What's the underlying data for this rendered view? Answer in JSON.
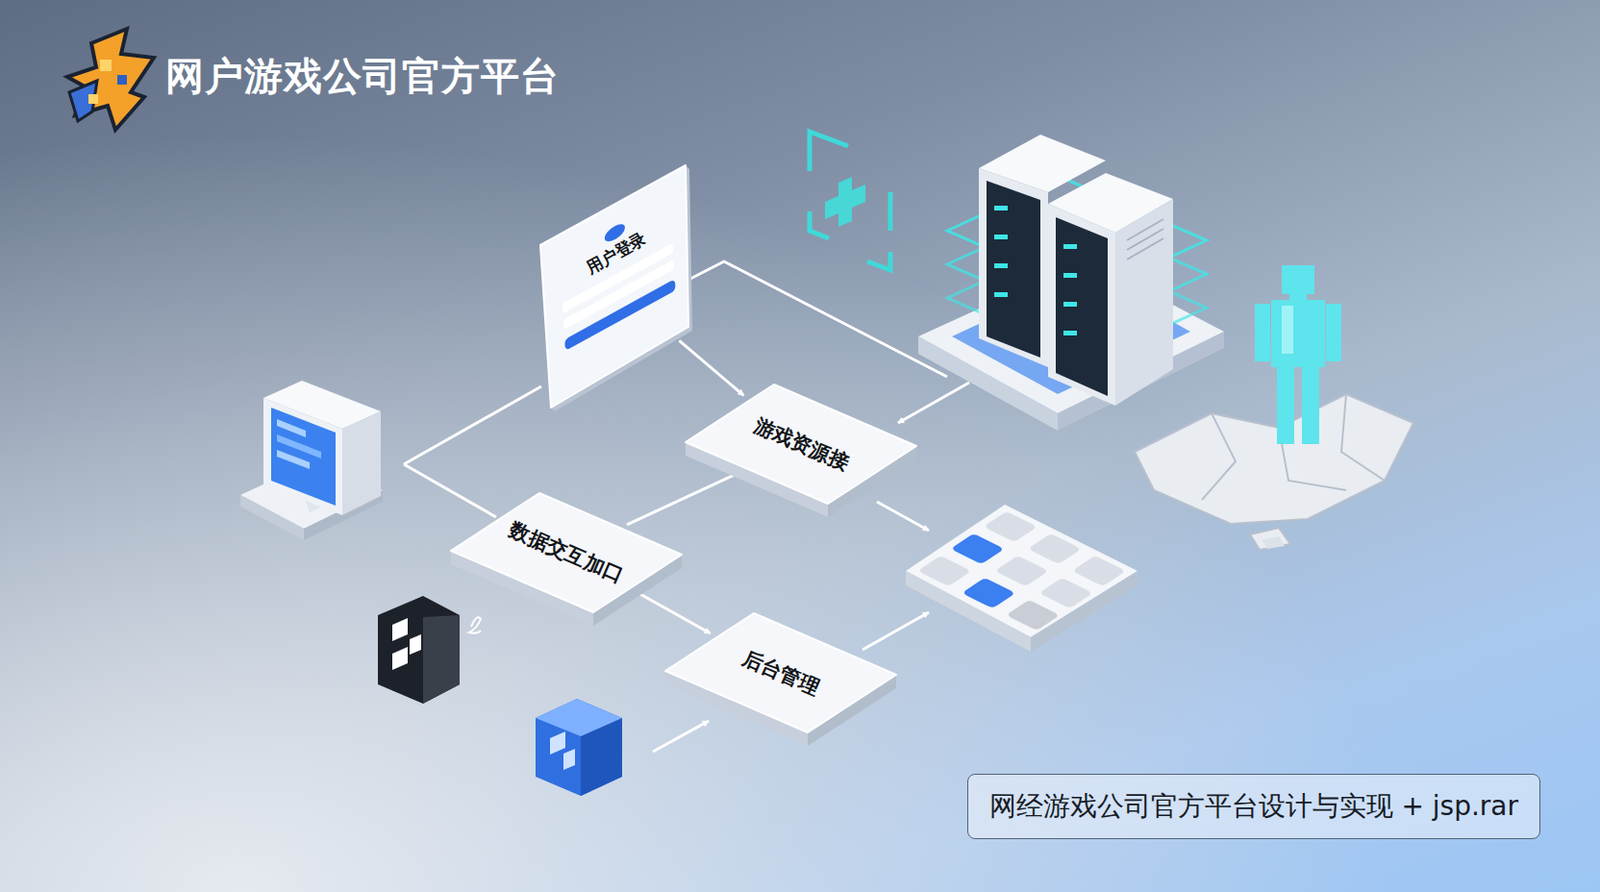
{
  "diagram": {
    "title": "网户游戏公司官方平台",
    "caption": "网经游戏公司官方平台设计与实现 + jsp.rar",
    "nodes": [
      {
        "text": [
          "用户登录"
        ]
      },
      {
        "text": [
          "游戏资源接"
        ]
      },
      {
        "text": [
          "数据交互加口"
        ]
      },
      {
        "text": [
          "后台管理"
        ]
      }
    ],
    "edges": [
      {
        "from": 0,
        "to": 1,
        "arrow": "to"
      },
      {
        "from": 2,
        "to": 1,
        "arrow": "to"
      },
      {
        "from": 2,
        "to": 3,
        "arrow": "to"
      }
    ]
  }
}
